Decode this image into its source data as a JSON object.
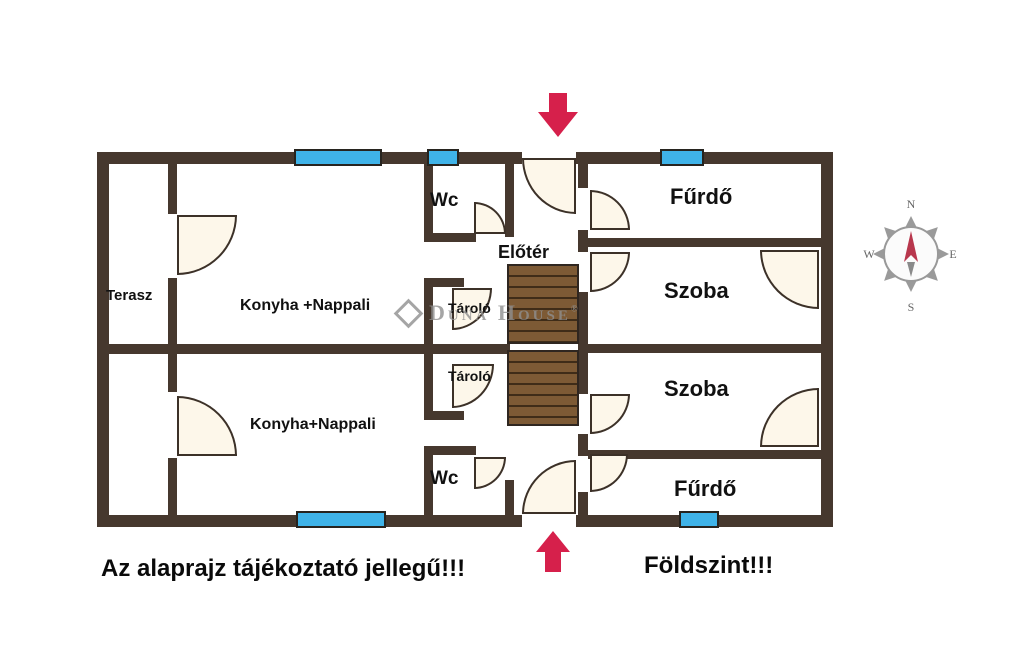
{
  "rooms": {
    "terasz": "Terasz",
    "konyha_top": "Konyha +Nappali",
    "konyha_bottom": "Konyha+Nappali",
    "wc_top": "Wc",
    "eloter": "Előtér",
    "tarolo_top": "Tároló",
    "tarolo_bottom": "Tároló",
    "wc_bottom": "Wc",
    "furdo_top": "Fűrdő",
    "szoba_top": "Szoba",
    "szoba_bottom": "Szoba",
    "furdo_bottom": "Fűrdő"
  },
  "watermark": {
    "brand": "Duna House",
    "reg": "®"
  },
  "footer": {
    "disclaimer": "Az alaprajz tájékoztató jellegű!!!",
    "floor_label": "Földszint!!!"
  },
  "compass": {
    "n": "N",
    "e": "E",
    "s": "S",
    "w": "W"
  },
  "colors": {
    "wall": "#46382e",
    "window": "#3fb3e8",
    "stairs": "#7d5a35",
    "arrow": "#d6204b",
    "door_fill": "#fdf7ea",
    "needle": "#b8374d"
  }
}
